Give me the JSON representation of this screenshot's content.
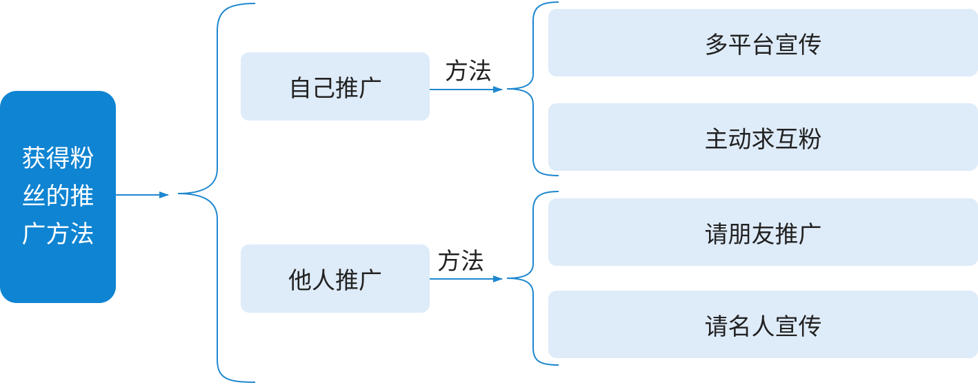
{
  "diagram": {
    "root": {
      "lines": [
        "获得粉",
        "丝的推",
        "广方法"
      ]
    },
    "branches": [
      {
        "label": "自己推广",
        "edge_label": "方法",
        "leaves": [
          "多平台宣传",
          "主动求互粉"
        ]
      },
      {
        "label": "他人推广",
        "edge_label": "方法",
        "leaves": [
          "请朋友推广",
          "请名人宣传"
        ]
      }
    ]
  },
  "colors": {
    "root_fill": "#0f84d2",
    "node_fill": "#deebf9",
    "line": "#1d87cf",
    "text_dark": "#222222",
    "text_light": "#ffffff"
  }
}
